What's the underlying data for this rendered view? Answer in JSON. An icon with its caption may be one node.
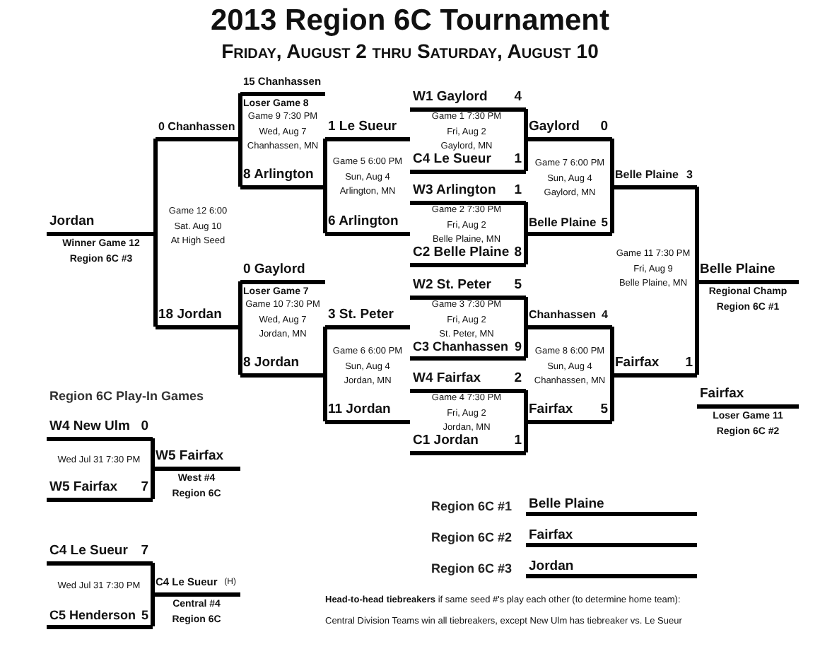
{
  "diagram": {
    "title": "2013 Region 6C Tournament",
    "nodes": [
      {
        "text": [
          "Jordan"
        ],
        "beside": [
          "Winner Game 12",
          "Region 6C #3"
        ]
      },
      {
        "text": [
          "0 Chanhassen"
        ]
      },
      {
        "text": [
          "18 Jordan"
        ]
      },
      {
        "text": [
          "15 Chanhassen"
        ],
        "beside": [
          "Loser Game 8"
        ]
      },
      {
        "text": [
          "8 Arlington"
        ]
      },
      {
        "text": [
          "1 Le Sueur"
        ]
      },
      {
        "text": [
          "6 Arlington"
        ]
      },
      {
        "text": [
          "0 Gaylord"
        ],
        "beside": [
          "Loser Game 7"
        ]
      },
      {
        "text": [
          "8 Jordan"
        ]
      },
      {
        "text": [
          "3 St. Peter"
        ]
      },
      {
        "text": [
          "11 Jordan"
        ]
      },
      {
        "text": [
          "W1 Gaylord",
          "4"
        ]
      },
      {
        "text": [
          "C4 Le Sueur",
          "1"
        ]
      },
      {
        "text": [
          "Gaylord",
          "0"
        ]
      },
      {
        "text": [
          "W3 Arlington",
          "1"
        ]
      },
      {
        "text": [
          "C2 Belle Plaine",
          "8"
        ]
      },
      {
        "text": [
          "Belle Plaine",
          "5"
        ]
      },
      {
        "text": [
          "Belle Plaine",
          "3"
        ]
      },
      {
        "text": [
          "W2 St. Peter",
          "5"
        ]
      },
      {
        "text": [
          "C3 Chanhassen",
          "9"
        ]
      },
      {
        "text": [
          "W4 Fairfax",
          "2"
        ]
      },
      {
        "text": [
          "C1 Jordan",
          "1"
        ]
      },
      {
        "text": [
          "Chanhassen",
          "4"
        ]
      },
      {
        "text": [
          "Fairfax",
          "5"
        ]
      },
      {
        "text": [
          "Fairfax",
          "1"
        ]
      },
      {
        "text": [
          "Belle Plaine"
        ],
        "beside": [
          "Regional Champ",
          "Region 6C #1"
        ]
      },
      {
        "text": [
          "Fairfax"
        ],
        "beside": [
          "Loser Game 11",
          "Region 6C #2"
        ]
      },
      {
        "text": [
          "W4 New Ulm",
          "0"
        ]
      },
      {
        "text": [
          "W5 Fairfax",
          "7"
        ]
      },
      {
        "text": [
          "W5 Fairfax"
        ],
        "beside": [
          "West #4",
          "Region 6C"
        ]
      },
      {
        "text": [
          "C4 Le Sueur",
          "7"
        ]
      },
      {
        "text": [
          "C5 Henderson",
          "5"
        ]
      },
      {
        "text": [
          "C4 Le Sueur",
          "(H)"
        ],
        "beside": [
          "Central #4",
          "Region 6C"
        ]
      }
    ],
    "edges": [
      {
        "from": 1,
        "to": 0,
        "arrow": "none"
      },
      {
        "from": 2,
        "to": 0,
        "arrow": "none"
      },
      {
        "from": 3,
        "to": 1,
        "arrow": "none"
      },
      {
        "from": 4,
        "to": 1,
        "arrow": "none"
      },
      {
        "from": 5,
        "to": 4,
        "arrow": "none"
      },
      {
        "from": 6,
        "to": 4,
        "arrow": "none"
      },
      {
        "from": 7,
        "to": 2,
        "arrow": "none"
      },
      {
        "from": 8,
        "to": 2,
        "arrow": "none"
      },
      {
        "from": 9,
        "to": 8,
        "arrow": "none"
      },
      {
        "from": 10,
        "to": 8,
        "arrow": "none"
      },
      {
        "from": 11,
        "to": 13,
        "arrow": "none"
      },
      {
        "from": 12,
        "to": 13,
        "arrow": "none"
      },
      {
        "from": 14,
        "to": 16,
        "arrow": "none"
      },
      {
        "from": 15,
        "to": 16,
        "arrow": "none"
      },
      {
        "from": 13,
        "to": 17,
        "arrow": "none"
      },
      {
        "from": 16,
        "to": 17,
        "arrow": "none"
      },
      {
        "from": 18,
        "to": 22,
        "arrow": "none"
      },
      {
        "from": 19,
        "to": 22,
        "arrow": "none"
      },
      {
        "from": 20,
        "to": 23,
        "arrow": "none"
      },
      {
        "from": 21,
        "to": 23,
        "arrow": "none"
      },
      {
        "from": 22,
        "to": 24,
        "arrow": "none"
      },
      {
        "from": 23,
        "to": 24,
        "arrow": "none"
      },
      {
        "from": 17,
        "to": 25,
        "arrow": "none"
      },
      {
        "from": 24,
        "to": 25,
        "arrow": "none"
      },
      {
        "from": 27,
        "to": 29,
        "arrow": "none"
      },
      {
        "from": 28,
        "to": 29,
        "arrow": "none"
      },
      {
        "from": 30,
        "to": 32,
        "arrow": "none"
      },
      {
        "from": 31,
        "to": 32,
        "arrow": "none"
      }
    ],
    "labels": [
      "Friday, August 2 thru Saturday, August 10",
      "Game 12 6:00",
      "Sat. Aug 10",
      "At High Seed",
      "Game 9 7:30 PM",
      "Wed, Aug 7",
      "Chanhassen, MN",
      "Game 5 6:00 PM",
      "Sun, Aug 4",
      "Arlington, MN",
      "Game 10 7:30 PM",
      "Wed, Aug 7",
      "Jordan, MN",
      "Game 6 6:00 PM",
      "Sun, Aug 4",
      "Jordan, MN",
      "Game 1 7:30 PM",
      "Fri, Aug 2",
      "Gaylord, MN",
      "Game 7 6:00 PM",
      "Sun, Aug 4",
      "Gaylord, MN",
      "Game 2 7:30 PM",
      "Fri, Aug 2",
      "Belle Plaine, MN",
      "Game 11 7:30 PM",
      "Fri, Aug 9",
      "Belle Plaine, MN",
      "Game 3 7:30 PM",
      "Fri, Aug 2",
      "St. Peter, MN",
      "Game 8 6:00 PM",
      "Sun, Aug 4",
      "Chanhassen, MN",
      "Game 4 7:30 PM",
      "Fri, Aug 2",
      "Jordan, MN",
      "Region 6C Play-In Games",
      "Wed Jul 31 7:30 PM",
      "Region 6C #1",
      "Belle Plaine",
      "Region 6C #2",
      "Fairfax",
      "Region 6C #3",
      "Jordan",
      "Wed Jul 31 7:30 PM",
      "**Head-to-head tiebreakers** if same seed #'s play each other (to determine home team):",
      "Central Division Teams win all tiebreakers, except New Ulm has tiebreaker vs. Le Sueur"
    ]
  }
}
